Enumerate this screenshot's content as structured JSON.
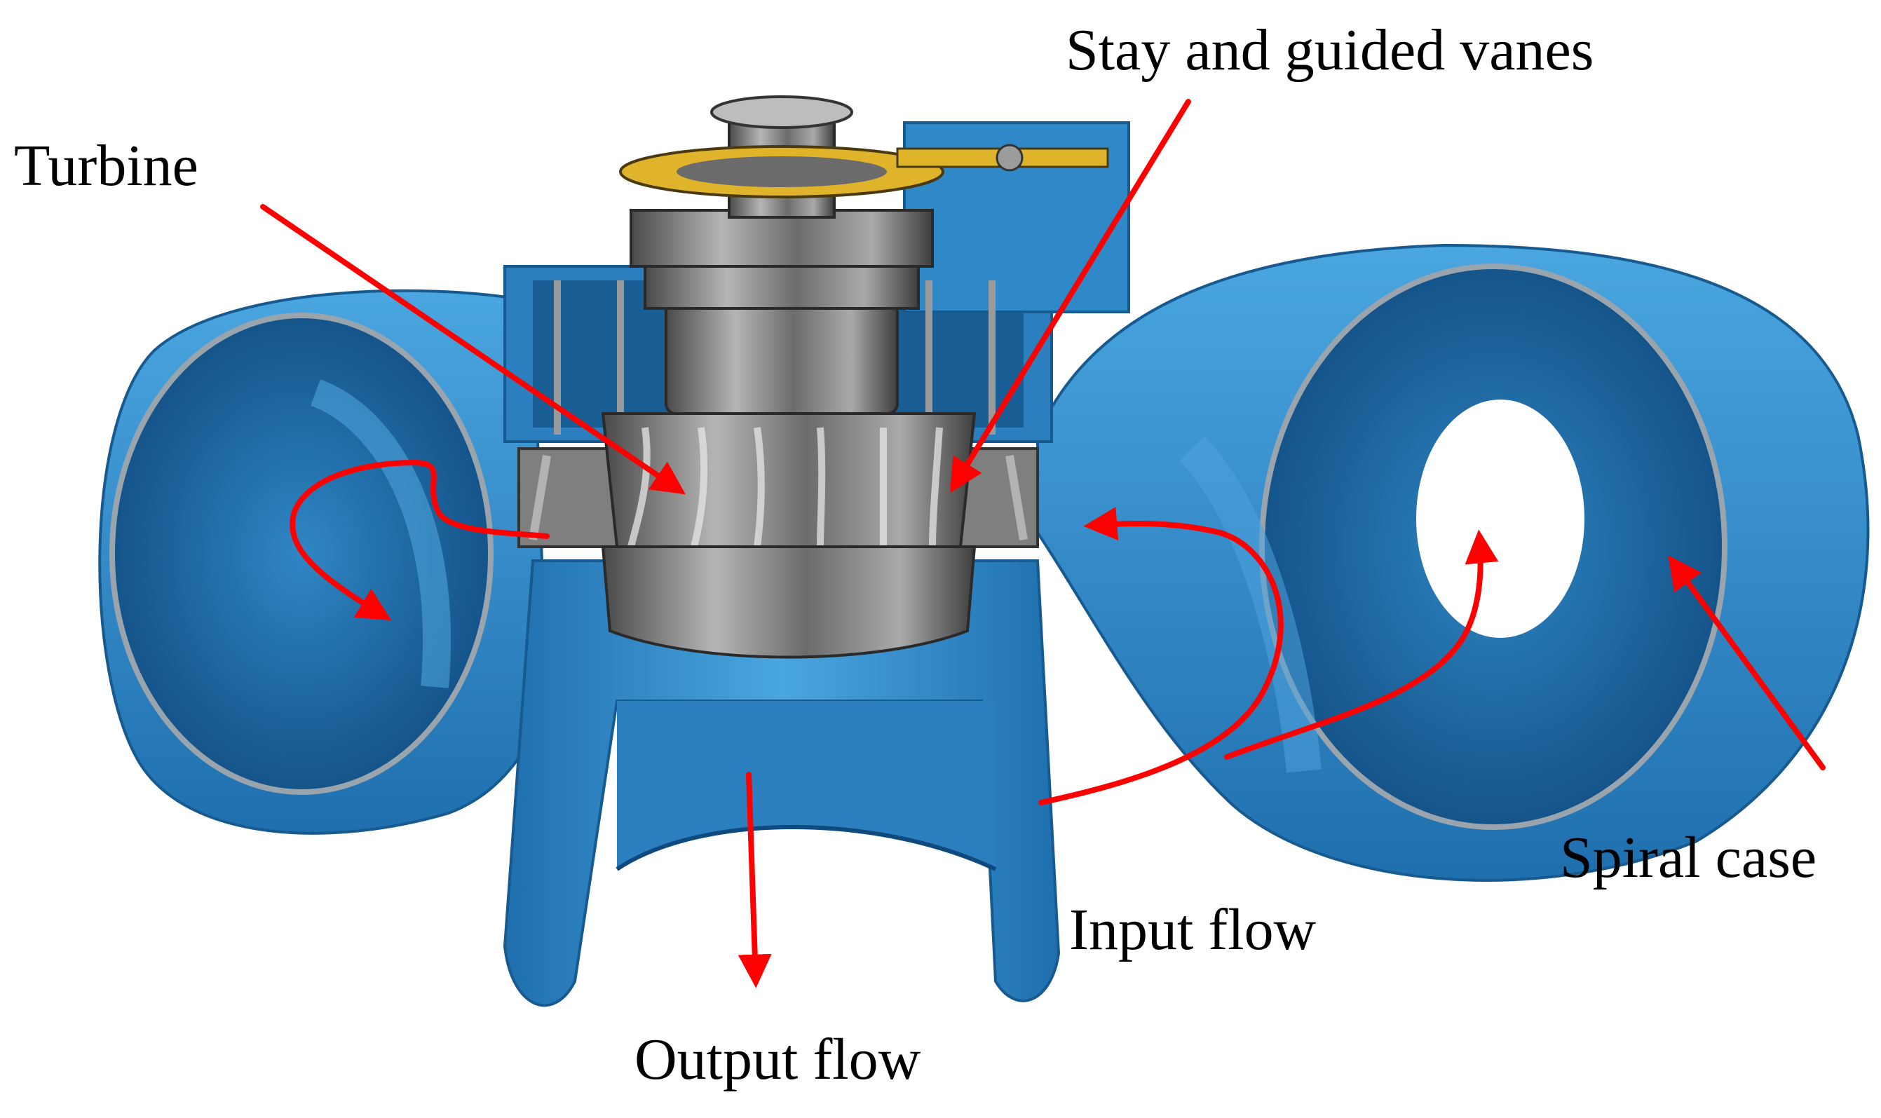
{
  "labels": {
    "turbine": "Turbine",
    "stay_vanes": "Stay and guided vanes",
    "spiral_case": "Spiral case",
    "input_flow": "Input flow",
    "output_flow": "Output flow"
  },
  "colors": {
    "arrow": "#ff0000",
    "casing_blue": "#2f8fcf",
    "casing_dark": "#1d6aa8",
    "metal": "#8a8a8a",
    "metal_dark": "#3d3d3d",
    "gear_yellow": "#e0b42a"
  }
}
